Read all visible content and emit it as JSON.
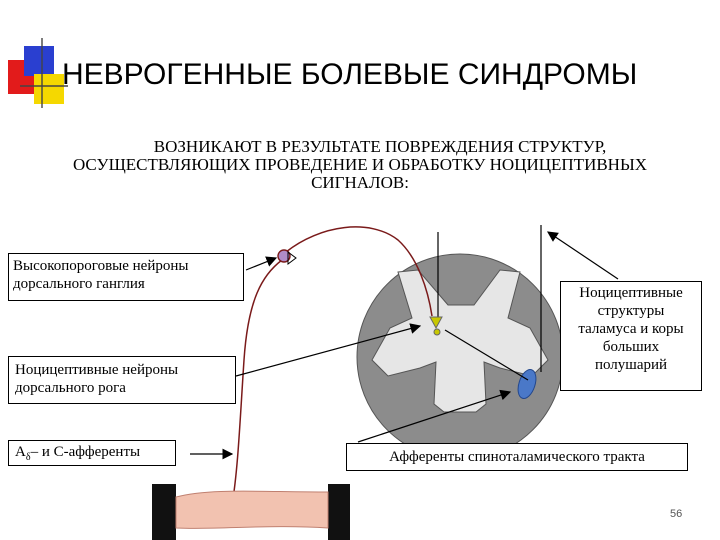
{
  "slide": {
    "title": "НЕВРОГЕННЫЕ БОЛЕВЫЕ СИНДРОМЫ",
    "subtitle_lines": [
      "ВОЗНИКАЮТ В РЕЗУЛЬТАТЕ ПОВРЕЖДЕНИЯ СТРУКТУР,",
      "ОСУЩЕСТВЛЯЮЩИХ ПРОВЕДЕНИЕ И ОБРАБОТКУ НОЦИЦЕПТИВНЫХ",
      "СИГНАЛОВ:"
    ],
    "page_number": "56"
  },
  "labels": {
    "ganglion_lines": [
      "Высокопороговые нейроны",
      "дорсального ганглия"
    ],
    "dorsal_horn_lines": [
      "Ноцицептивные нейроны",
      "дорсального рога"
    ],
    "afferents_main": "А",
    "afferents_sub": "δ",
    "afferents_rest": "– и С-афференты",
    "thalamus_lines": [
      "Ноцицептивные",
      "структуры",
      "таламуса и коры",
      "больших",
      "полушарий"
    ],
    "spinothalamic": "Афференты спиноталамического тракта"
  },
  "colors": {
    "grey_matter": "#8c8c8c",
    "white_matter": "#e6e6e6",
    "nerve": "#7a1a1a",
    "skin": "#f2c2b0",
    "tract_neuron": "#4a78c8",
    "ganglion_neuron": "#b08cc8",
    "horn_neuron": "#c8c800",
    "logo_red": "#e21b1b",
    "logo_blue": "#2a3fd0",
    "logo_yellow": "#f5d800"
  }
}
